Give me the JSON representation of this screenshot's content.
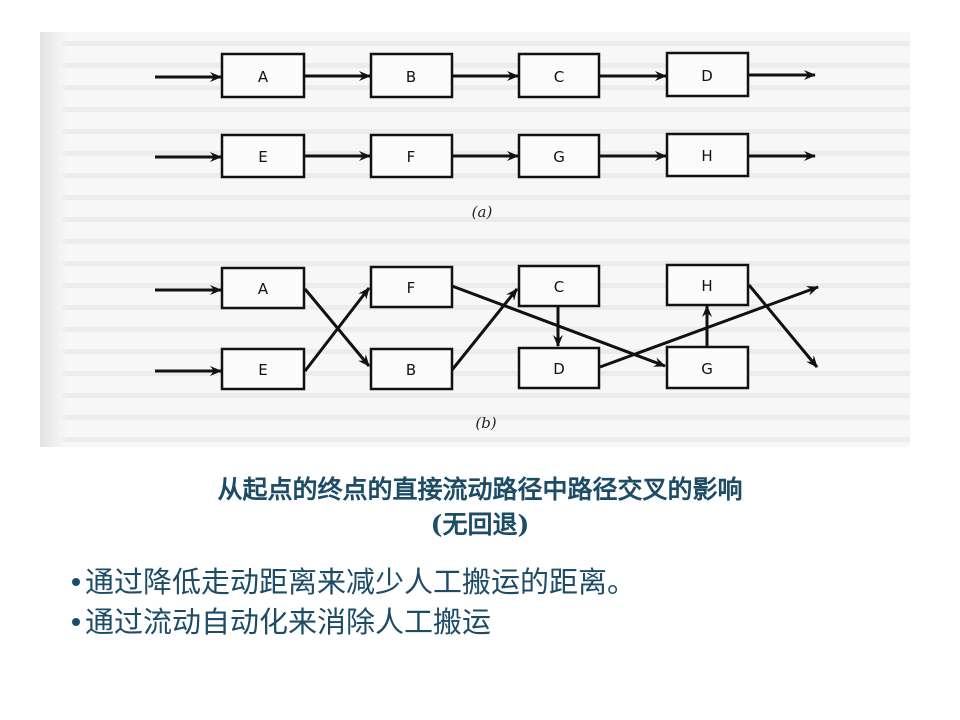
{
  "diagram": {
    "colors": {
      "scan_background": "#f7f7f7",
      "stroke": "#111111",
      "caption_text": "#1d4c66"
    },
    "part_a": {
      "label": "(a)",
      "nodes": [
        {
          "id": "A",
          "label": "A"
        },
        {
          "id": "B",
          "label": "B"
        },
        {
          "id": "C",
          "label": "C"
        },
        {
          "id": "D",
          "label": "D"
        },
        {
          "id": "E",
          "label": "E"
        },
        {
          "id": "F",
          "label": "F"
        },
        {
          "id": "G",
          "label": "G"
        },
        {
          "id": "H",
          "label": "H"
        }
      ],
      "edges": [
        [
          "start",
          "A"
        ],
        [
          "A",
          "B"
        ],
        [
          "B",
          "C"
        ],
        [
          "C",
          "D"
        ],
        [
          "D",
          "end"
        ],
        [
          "start",
          "E"
        ],
        [
          "E",
          "F"
        ],
        [
          "F",
          "G"
        ],
        [
          "G",
          "H"
        ],
        [
          "H",
          "end"
        ]
      ]
    },
    "part_b": {
      "label": "(b)",
      "nodes": [
        {
          "id": "A",
          "label": "A"
        },
        {
          "id": "E",
          "label": "E"
        },
        {
          "id": "F",
          "label": "F"
        },
        {
          "id": "B",
          "label": "B"
        },
        {
          "id": "C",
          "label": "C"
        },
        {
          "id": "D",
          "label": "D"
        },
        {
          "id": "H",
          "label": "H"
        },
        {
          "id": "G",
          "label": "G"
        }
      ],
      "edges": [
        [
          "start",
          "A"
        ],
        [
          "start",
          "E"
        ],
        [
          "A",
          "B"
        ],
        [
          "E",
          "F"
        ],
        [
          "F",
          "G"
        ],
        [
          "B",
          "C"
        ],
        [
          "C",
          "D"
        ],
        [
          "D",
          "end"
        ],
        [
          "G",
          "H"
        ],
        [
          "H",
          "end"
        ]
      ]
    }
  },
  "caption": {
    "line1": "从起点的终点的直接流动路径中路径交叉的影响",
    "line2": "(无回退)"
  },
  "bullets": [
    {
      "icon": "bullet-dot-icon",
      "text": "通过降低走动距离来减少人工搬运的距离。"
    },
    {
      "icon": "bullet-dot-icon",
      "text": "通过流动自动化来消除人工搬运"
    }
  ]
}
